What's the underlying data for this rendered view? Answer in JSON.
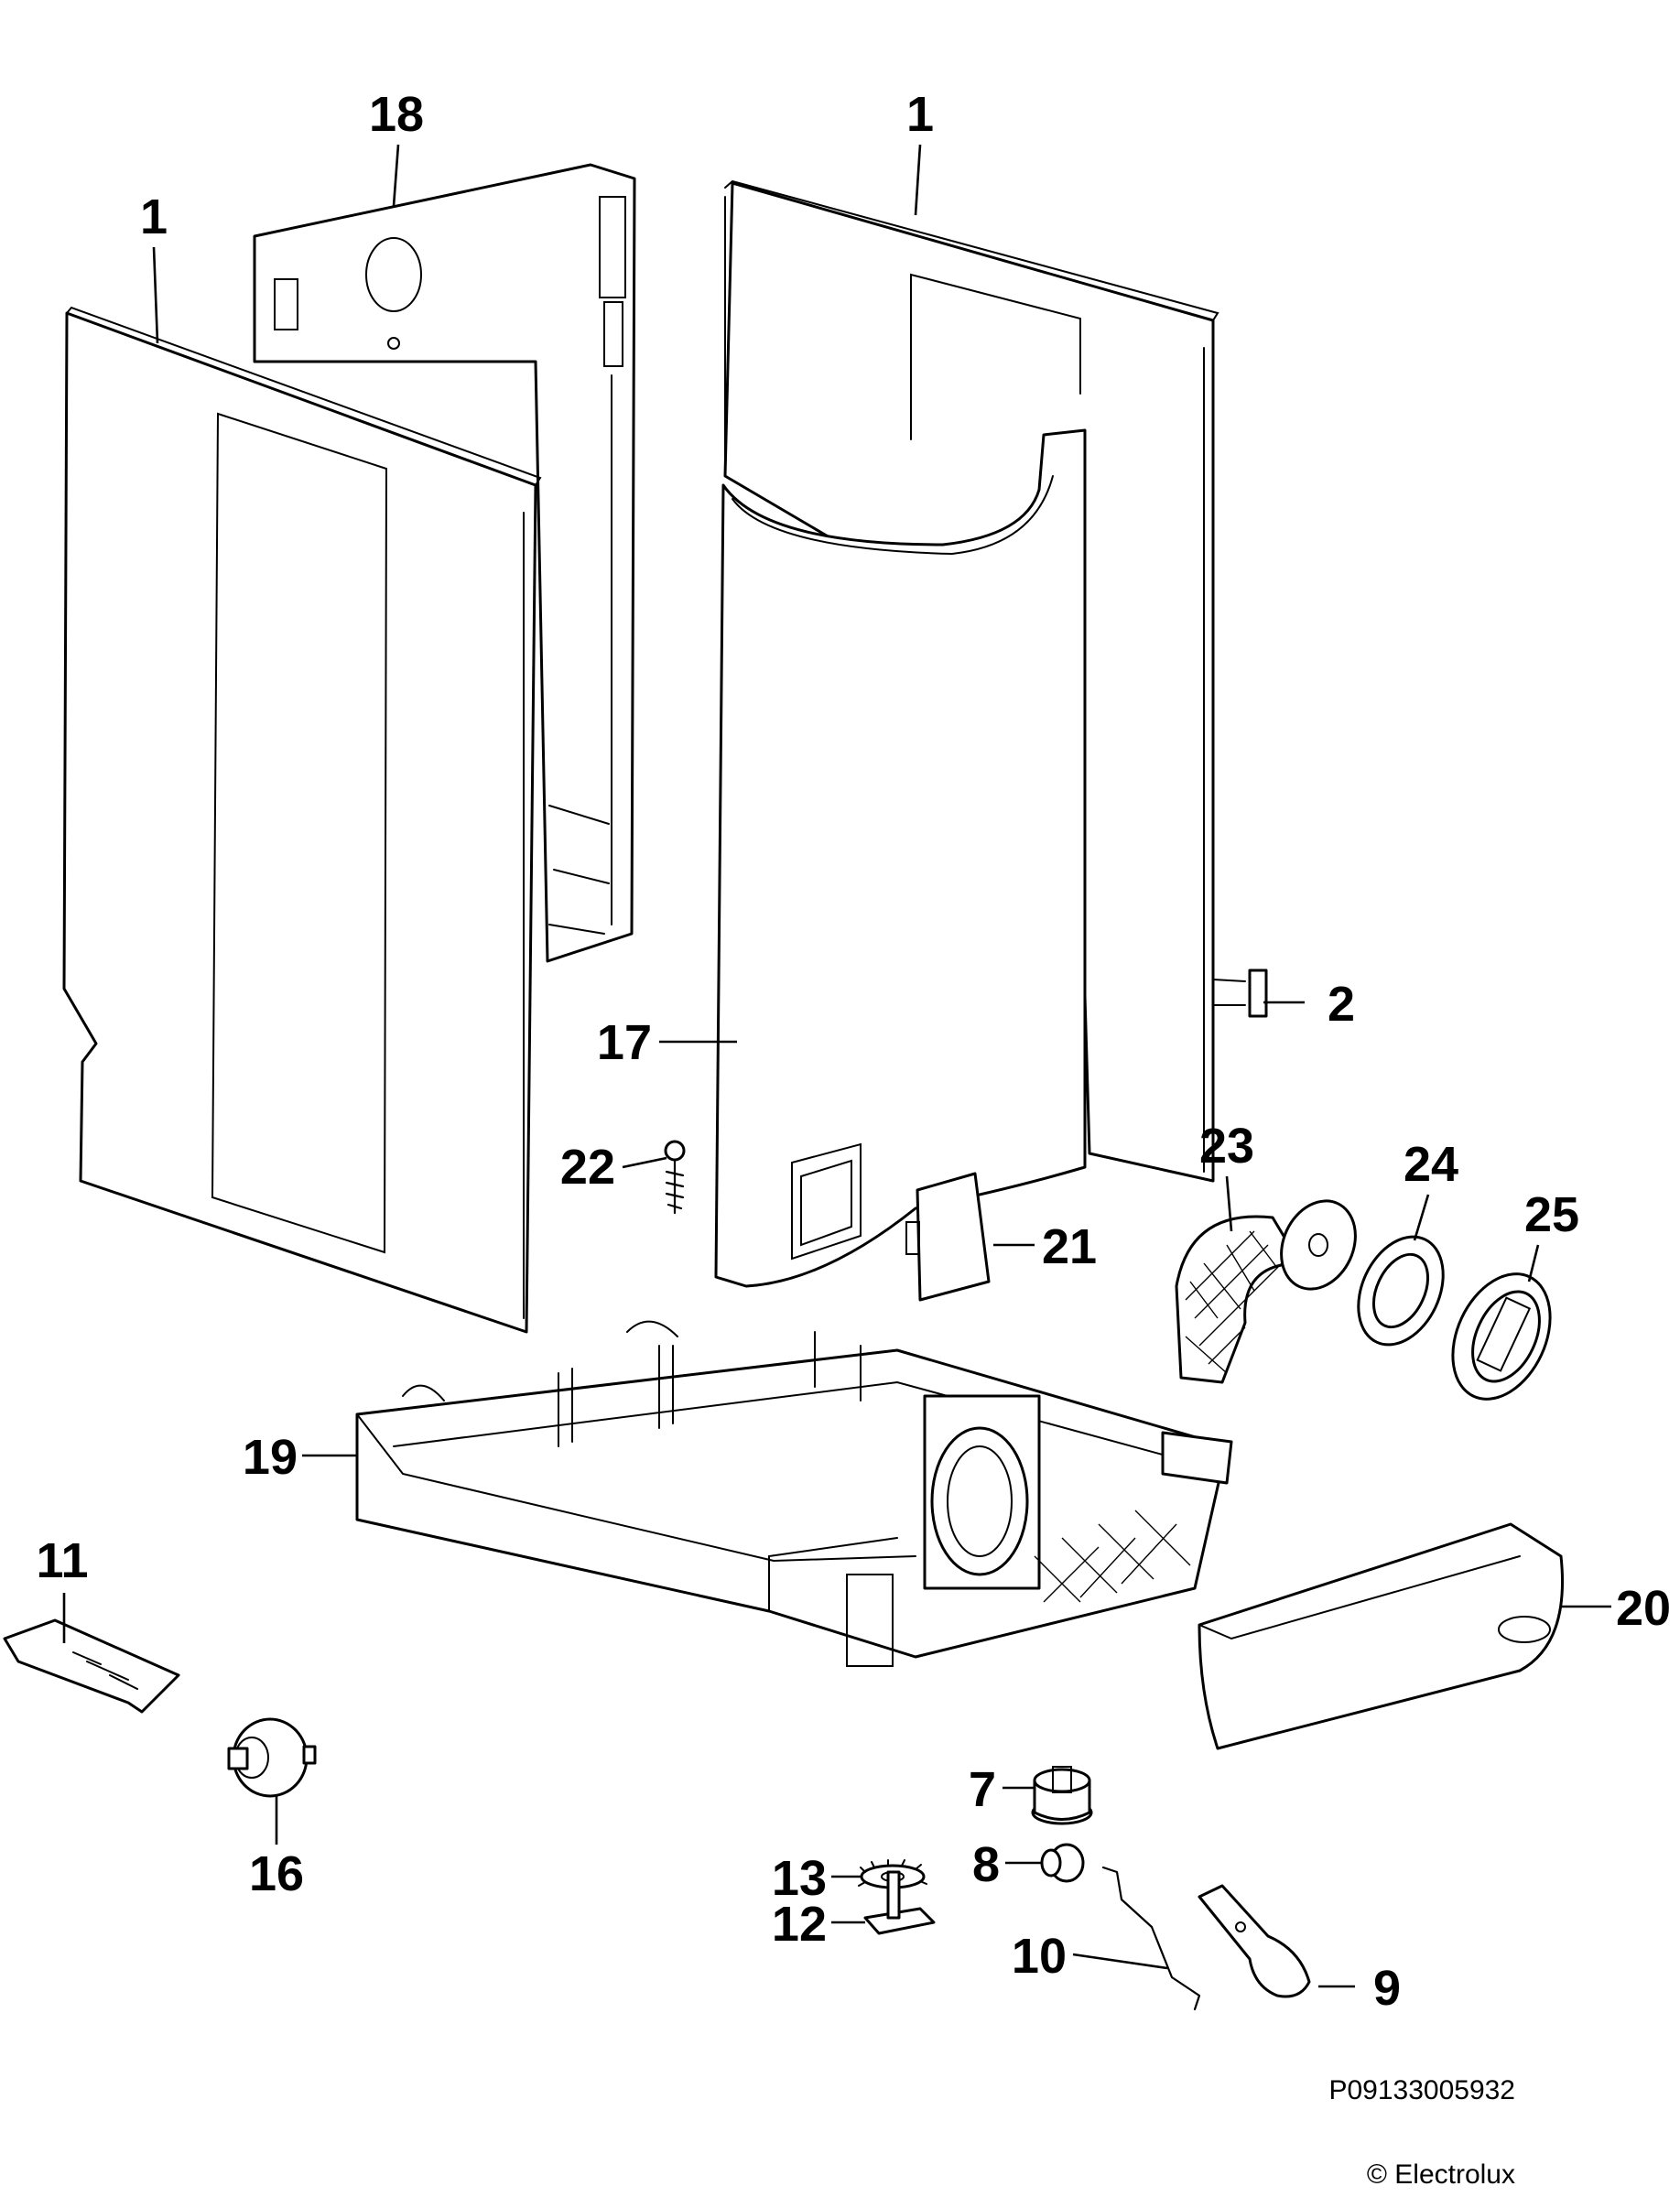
{
  "callouts": [
    {
      "id": "1a",
      "label": "1"
    },
    {
      "id": "18",
      "label": "18"
    },
    {
      "id": "1b",
      "label": "1"
    },
    {
      "id": "17",
      "label": "17"
    },
    {
      "id": "2",
      "label": "2"
    },
    {
      "id": "22",
      "label": "22"
    },
    {
      "id": "21",
      "label": "21"
    },
    {
      "id": "23",
      "label": "23"
    },
    {
      "id": "24",
      "label": "24"
    },
    {
      "id": "25",
      "label": "25"
    },
    {
      "id": "19",
      "label": "19"
    },
    {
      "id": "11",
      "label": "11"
    },
    {
      "id": "20",
      "label": "20"
    },
    {
      "id": "16",
      "label": "16"
    },
    {
      "id": "7",
      "label": "7"
    },
    {
      "id": "13",
      "label": "13"
    },
    {
      "id": "8",
      "label": "8"
    },
    {
      "id": "12",
      "label": "12"
    },
    {
      "id": "10",
      "label": "10"
    },
    {
      "id": "9",
      "label": "9"
    }
  ],
  "footer": {
    "drawing_code": "P09133005932",
    "copyright": "© Electrolux"
  }
}
